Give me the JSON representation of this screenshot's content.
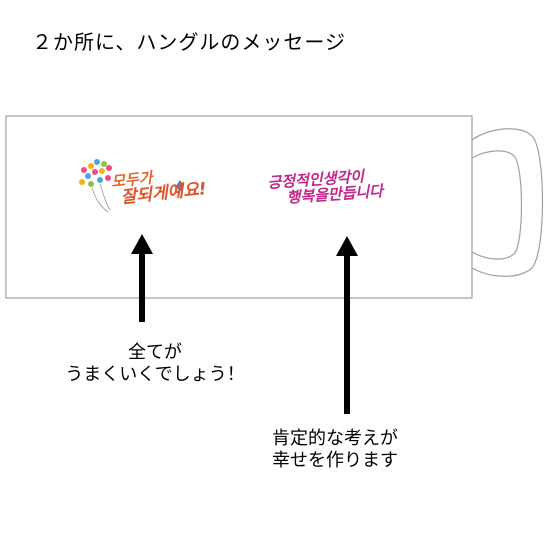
{
  "title": "２か所に、ハングルのメッセージ",
  "message_left": {
    "line1": "모두가",
    "line2": "잘되게예요!"
  },
  "message_right": {
    "line1": "긍정적인생각이",
    "line2": "행복을만듭니다"
  },
  "caption_left": {
    "line1": "全てが",
    "line2": "うまくいくでしょう！"
  },
  "caption_right": {
    "line1": "肯定的な考えが",
    "line2": "幸せを作ります"
  },
  "colors": {
    "left_text": "#e2682c",
    "right_text": "#c2278d",
    "outline": "#a0a0a0"
  }
}
